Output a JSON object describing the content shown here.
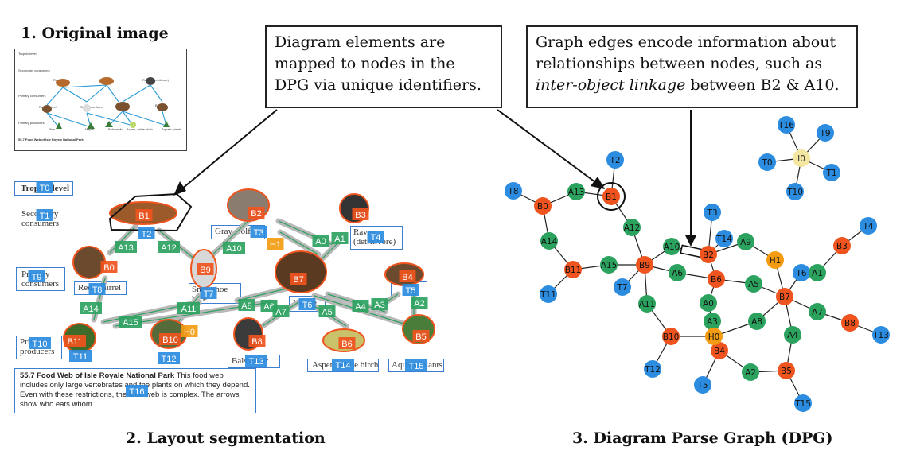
{
  "headings": {
    "original": "1. Original image",
    "layout": "2. Layout segmentation",
    "dpg": "3. Diagram Parse Graph (DPG)"
  },
  "callouts": {
    "left": "Diagram elements are mapped to nodes in the DPG via unique identifiers.",
    "right_part1": "Graph edges encode information about relationships between nodes, such as",
    "right_italic": "inter-object linkage",
    "right_part2": "between B2 & A10."
  },
  "original_image": {
    "text_items": [
      "Trophic level",
      "Secondary consumers",
      "Primary consumers",
      "Primary producers",
      "Red fox",
      "Gray wolf",
      "Raven (detritivore)",
      "Red squirrel",
      "Snowshoe hare",
      "Moose",
      "Beaver",
      "Pine",
      "Maple",
      "Balsam fir",
      "Aspen, white birch",
      "Aquatic plants",
      "55.7 Food Web of Isle Royale National Park"
    ]
  },
  "layout": {
    "texts": {
      "trophic": "Trophic level",
      "secondary": "Secondary consumers",
      "primary_c": "Primary consumers",
      "primary_p": "Primary producers",
      "gray_wolf": "Gray wolf",
      "raven": "Raven (detritivore)",
      "red_squirrel": "Red squirrel",
      "snowshoe": "Snowshoe hare",
      "moose": "Moose",
      "balsam": "Balsam fir",
      "aspen": "Aspen, white birch",
      "aquatic": "Aquatic plants"
    },
    "caption_title": "55.7 Food Web of Isle Royale National Park",
    "caption_body": "This food web includes only large vertebrates and the plants on which they depend. Even with these restrictions, the food web is complex. The arrows show who eats whom."
  },
  "colors": {
    "blob": "#f0541e",
    "arrow": "#2ca25f",
    "text_id": "#2b8ce0",
    "hub": "#f39c12",
    "hub_text": "#f3e6a0"
  },
  "layout_labels": [
    {
      "id": "T0",
      "type": "text"
    },
    {
      "id": "T1",
      "type": "text"
    },
    {
      "id": "T9",
      "type": "text"
    },
    {
      "id": "T10",
      "type": "text"
    },
    {
      "id": "T2",
      "type": "text"
    },
    {
      "id": "T3",
      "type": "text"
    },
    {
      "id": "T4",
      "type": "text"
    },
    {
      "id": "T5",
      "type": "text"
    },
    {
      "id": "T6",
      "type": "text"
    },
    {
      "id": "T7",
      "type": "text"
    },
    {
      "id": "T8",
      "type": "text"
    },
    {
      "id": "T11",
      "type": "text"
    },
    {
      "id": "T12",
      "type": "text"
    },
    {
      "id": "T13",
      "type": "text"
    },
    {
      "id": "T14",
      "type": "text"
    },
    {
      "id": "T15",
      "type": "text"
    },
    {
      "id": "T16",
      "type": "text"
    },
    {
      "id": "B0",
      "type": "blob"
    },
    {
      "id": "B1",
      "type": "blob"
    },
    {
      "id": "B2",
      "type": "blob"
    },
    {
      "id": "B3",
      "type": "blob"
    },
    {
      "id": "B4",
      "type": "blob"
    },
    {
      "id": "B5",
      "type": "blob"
    },
    {
      "id": "B6",
      "type": "blob"
    },
    {
      "id": "B7",
      "type": "blob"
    },
    {
      "id": "B8",
      "type": "blob"
    },
    {
      "id": "B9",
      "type": "blob"
    },
    {
      "id": "B10",
      "type": "blob"
    },
    {
      "id": "B11",
      "type": "blob"
    },
    {
      "id": "A0",
      "type": "arrow"
    },
    {
      "id": "A1",
      "type": "arrow"
    },
    {
      "id": "A2",
      "type": "arrow"
    },
    {
      "id": "A3",
      "type": "arrow"
    },
    {
      "id": "A4",
      "type": "arrow"
    },
    {
      "id": "A5",
      "type": "arrow"
    },
    {
      "id": "A6",
      "type": "arrow"
    },
    {
      "id": "A7",
      "type": "arrow"
    },
    {
      "id": "A8",
      "type": "arrow"
    },
    {
      "id": "A10",
      "type": "arrow"
    },
    {
      "id": "A11",
      "type": "arrow"
    },
    {
      "id": "A12",
      "type": "arrow"
    },
    {
      "id": "A13",
      "type": "arrow"
    },
    {
      "id": "A14",
      "type": "arrow"
    },
    {
      "id": "A15",
      "type": "arrow"
    },
    {
      "id": "H0",
      "type": "hub"
    },
    {
      "id": "H1",
      "type": "hub"
    }
  ],
  "graph": {
    "nodes": [
      {
        "id": "I0",
        "type": "image"
      },
      {
        "id": "T0",
        "type": "text"
      },
      {
        "id": "T1",
        "type": "text"
      },
      {
        "id": "T9",
        "type": "text"
      },
      {
        "id": "T10",
        "type": "text"
      },
      {
        "id": "T16",
        "type": "text"
      },
      {
        "id": "T2",
        "type": "text"
      },
      {
        "id": "T3",
        "type": "text"
      },
      {
        "id": "T4",
        "type": "text"
      },
      {
        "id": "T5",
        "type": "text"
      },
      {
        "id": "T6",
        "type": "text"
      },
      {
        "id": "T7",
        "type": "text"
      },
      {
        "id": "T8",
        "type": "text"
      },
      {
        "id": "T11",
        "type": "text"
      },
      {
        "id": "T12",
        "type": "text"
      },
      {
        "id": "T13",
        "type": "text"
      },
      {
        "id": "T14",
        "type": "text"
      },
      {
        "id": "T15",
        "type": "text"
      },
      {
        "id": "B0",
        "type": "blob"
      },
      {
        "id": "B1",
        "type": "blob"
      },
      {
        "id": "B2",
        "type": "blob"
      },
      {
        "id": "B3",
        "type": "blob"
      },
      {
        "id": "B4",
        "type": "blob"
      },
      {
        "id": "B5",
        "type": "blob"
      },
      {
        "id": "B6",
        "type": "blob"
      },
      {
        "id": "B7",
        "type": "blob"
      },
      {
        "id": "B8",
        "type": "blob"
      },
      {
        "id": "B9",
        "type": "blob"
      },
      {
        "id": "B10",
        "type": "blob"
      },
      {
        "id": "B11",
        "type": "blob"
      },
      {
        "id": "A0",
        "type": "arrow"
      },
      {
        "id": "A1",
        "type": "arrow"
      },
      {
        "id": "A2",
        "type": "arrow"
      },
      {
        "id": "A3",
        "type": "arrow"
      },
      {
        "id": "A4",
        "type": "arrow"
      },
      {
        "id": "A5",
        "type": "arrow"
      },
      {
        "id": "A6",
        "type": "arrow"
      },
      {
        "id": "A7",
        "type": "arrow"
      },
      {
        "id": "A8",
        "type": "arrow"
      },
      {
        "id": "A9",
        "type": "arrow"
      },
      {
        "id": "A10",
        "type": "arrow"
      },
      {
        "id": "A11",
        "type": "arrow"
      },
      {
        "id": "A12",
        "type": "arrow"
      },
      {
        "id": "A13",
        "type": "arrow"
      },
      {
        "id": "A14",
        "type": "arrow"
      },
      {
        "id": "A15",
        "type": "arrow"
      },
      {
        "id": "H0",
        "type": "hub"
      },
      {
        "id": "H1",
        "type": "hub"
      }
    ],
    "edges": [
      [
        "I0",
        "T16"
      ],
      [
        "I0",
        "T9"
      ],
      [
        "I0",
        "T0"
      ],
      [
        "I0",
        "T1"
      ],
      [
        "I0",
        "T10"
      ],
      [
        "B1",
        "T2"
      ],
      [
        "B1",
        "A13"
      ],
      [
        "B1",
        "A12"
      ],
      [
        "A13",
        "B0"
      ],
      [
        "B0",
        "T8"
      ],
      [
        "B0",
        "A14"
      ],
      [
        "A14",
        "B11"
      ],
      [
        "B11",
        "T11"
      ],
      [
        "B11",
        "A15"
      ],
      [
        "A15",
        "B9"
      ],
      [
        "A12",
        "B9"
      ],
      [
        "B9",
        "T7"
      ],
      [
        "B9",
        "A6"
      ],
      [
        "B9",
        "A11"
      ],
      [
        "B9",
        "A10"
      ],
      [
        "A11",
        "B10"
      ],
      [
        "B10",
        "T12"
      ],
      [
        "B10",
        "H0"
      ],
      [
        "A10",
        "B2"
      ],
      [
        "B2",
        "T3"
      ],
      [
        "B2",
        "T14"
      ],
      [
        "B2",
        "A9"
      ],
      [
        "B2",
        "B6"
      ],
      [
        "A9",
        "H1"
      ],
      [
        "H1",
        "B7"
      ],
      [
        "A6",
        "B6"
      ],
      [
        "B6",
        "A5"
      ],
      [
        "B6",
        "A0"
      ],
      [
        "A0",
        "A3"
      ],
      [
        "A3",
        "H0"
      ],
      [
        "A5",
        "B7"
      ],
      [
        "B7",
        "T6"
      ],
      [
        "T6",
        "A1"
      ],
      [
        "A1",
        "B3"
      ],
      [
        "B3",
        "T4"
      ],
      [
        "B7",
        "A7"
      ],
      [
        "A7",
        "B8"
      ],
      [
        "B8",
        "T13"
      ],
      [
        "B7",
        "A8"
      ],
      [
        "A8",
        "H0"
      ],
      [
        "B7",
        "A4"
      ],
      [
        "A4",
        "B5"
      ],
      [
        "H0",
        "B4"
      ],
      [
        "B4",
        "T5"
      ],
      [
        "B4",
        "A2"
      ],
      [
        "A2",
        "B5"
      ],
      [
        "B5",
        "T15"
      ]
    ]
  }
}
